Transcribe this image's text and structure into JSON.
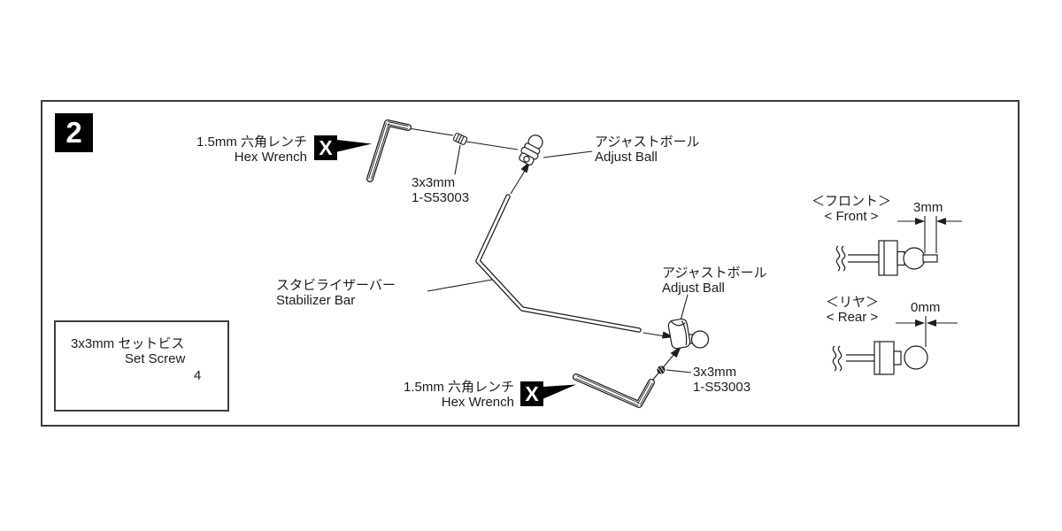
{
  "step": {
    "number": "2"
  },
  "tools": {
    "hex_wrench_top": {
      "label_jp": "1.5mm 六角レンチ",
      "label_en": "Hex Wrench",
      "marker": "X"
    },
    "hex_wrench_bottom": {
      "label_jp": "1.5mm 六角レンチ",
      "label_en": "Hex Wrench",
      "marker": "X"
    }
  },
  "parts": {
    "adjust_ball_top": {
      "label_jp": "アジャストボール",
      "label_en": "Adjust Ball"
    },
    "adjust_ball_bottom": {
      "label_jp": "アジャストボール",
      "label_en": "Adjust Ball"
    },
    "set_screw_top": {
      "size": "3x3mm",
      "part_no": "1-S53003"
    },
    "set_screw_bottom": {
      "size": "3x3mm",
      "part_no": "1-S53003"
    },
    "stabilizer_bar": {
      "label_jp": "スタビライザーバー",
      "label_en": "Stabilizer Bar"
    }
  },
  "parts_box": {
    "size": "3x3mm",
    "label_jp": "セットビス",
    "label_en": "Set Screw",
    "quantity": "4"
  },
  "details": {
    "front": {
      "label_jp": "＜フロント＞",
      "label_en": "< Front >",
      "dimension": "3mm"
    },
    "rear": {
      "label_jp": "＜リヤ＞",
      "label_en": "< Rear >",
      "dimension": "0mm"
    }
  },
  "colors": {
    "line": "#1d1d1b",
    "panel_border": "#3c3c3c",
    "background": "#ffffff",
    "marker_bg": "#000000",
    "marker_fg": "#ffffff"
  }
}
